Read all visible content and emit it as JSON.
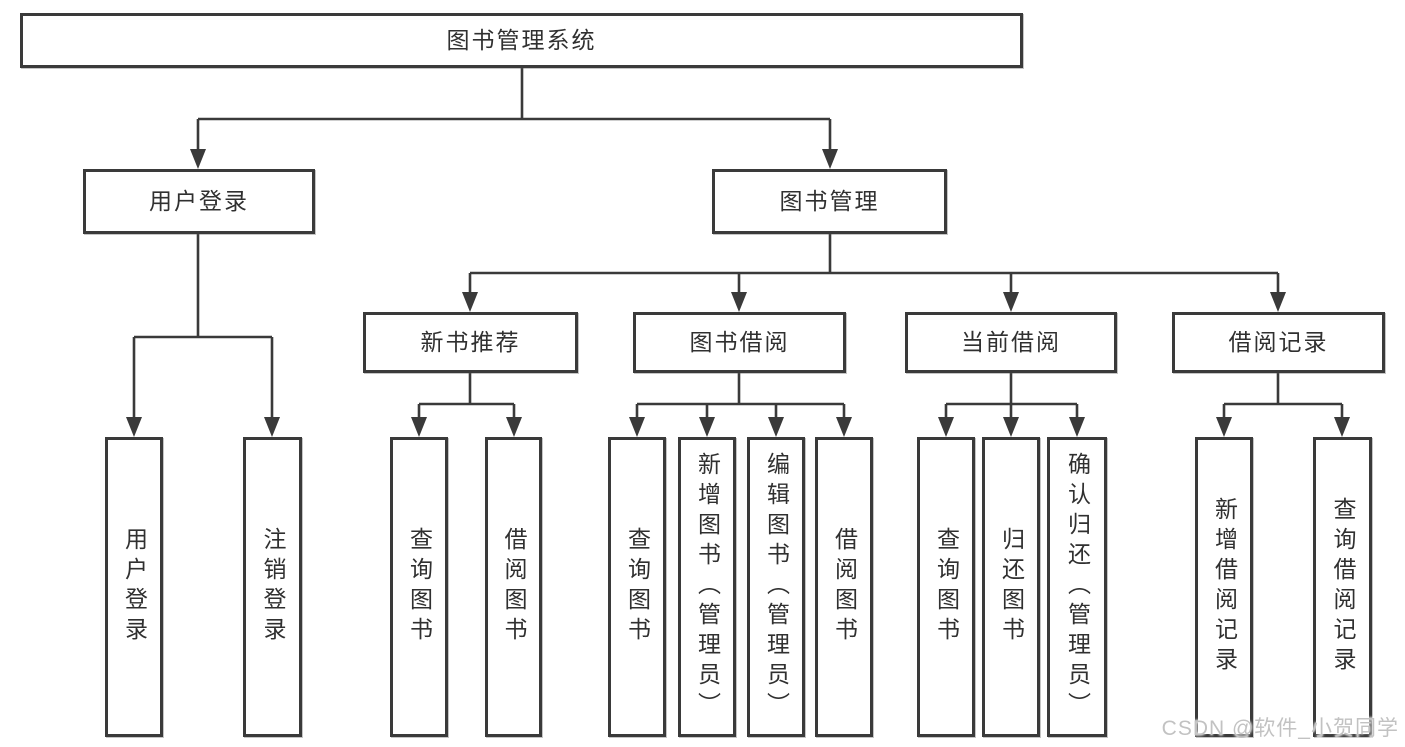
{
  "page": {
    "background": "#ffffff",
    "line_color": "#3a3a3a",
    "text_color": "#303030"
  },
  "tree": {
    "root": {
      "label": "图书管理系统"
    },
    "level2": [
      {
        "label": "用户登录",
        "children": [
          "用户登录",
          "注销登录"
        ]
      },
      {
        "label": "图书管理"
      }
    ],
    "level3": [
      {
        "label": "新书推荐",
        "children": [
          "查询图书",
          "借阅图书"
        ]
      },
      {
        "label": "图书借阅",
        "children": [
          "查询图书",
          "新增图书（管理员）",
          "编辑图书（管理员）",
          "借阅图书"
        ]
      },
      {
        "label": "当前借阅",
        "children": [
          "查询图书",
          "归还图书",
          "确认归还（管理员）"
        ]
      },
      {
        "label": "借阅记录",
        "children": [
          "新增借阅记录",
          "查询借阅记录"
        ]
      }
    ]
  },
  "watermark": {
    "text": "CSDN @软件_小贺同学",
    "color": "#c2c2c2"
  }
}
